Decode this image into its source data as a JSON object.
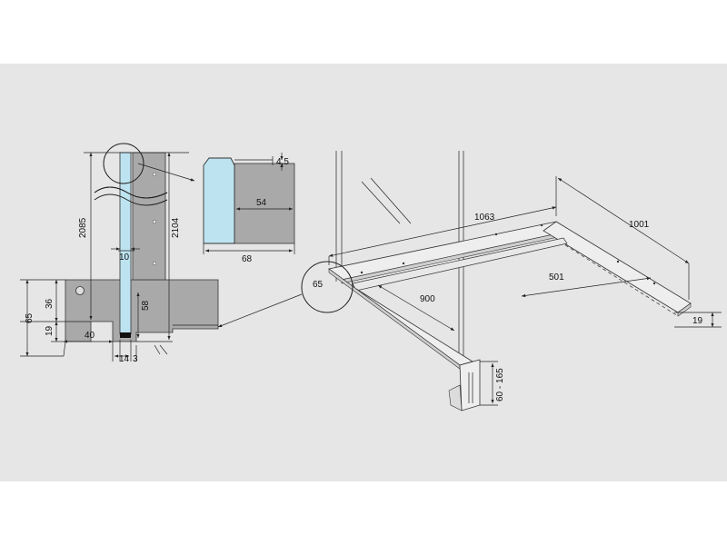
{
  "colors": {
    "background": "#e6e6e6",
    "glass": "#bde3f0",
    "profile": "#a9a9a9",
    "profile_dark": "#8c8c8c",
    "frame": "#eeeeee",
    "line": "#222222"
  },
  "section": {
    "dim_2085": "2085",
    "dim_2104": "2104",
    "dim_10": "10",
    "dim_58": "58",
    "dim_36": "36",
    "dim_65": "65",
    "dim_19": "19",
    "dim_40": "40",
    "dim_14": "14",
    "dim_3": "3"
  },
  "detail": {
    "dim_4_5": "4,5",
    "dim_54": "54",
    "dim_68": "68"
  },
  "frame": {
    "dim_1063": "1063",
    "dim_1001": "1001",
    "dim_501": "501",
    "dim_900": "900",
    "dim_65": "65",
    "dim_19": "19",
    "dim_60_165": "60 - 165"
  }
}
